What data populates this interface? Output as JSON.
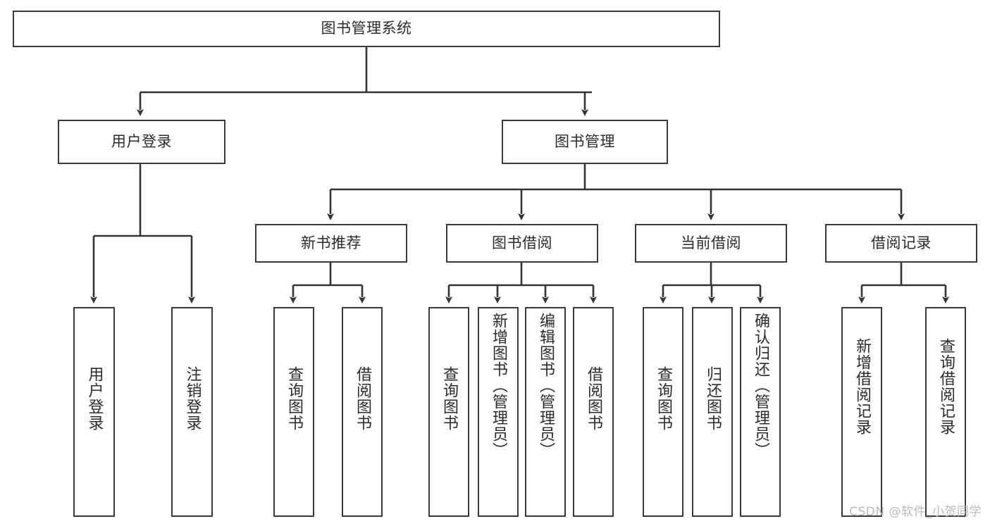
{
  "diagram": {
    "title": "图书管理系统",
    "type": "tree",
    "colors": {
      "box_border": "#3a3a3a",
      "box_fill": "#ffffff",
      "connector": "#333333",
      "text": "#2b2b2b",
      "watermark": "#b9b9b9",
      "background": "#ffffff"
    },
    "watermark": "CSDN @软件_小贺同学",
    "levels": {
      "root": {
        "label": "图书管理系统"
      },
      "level2": [
        {
          "id": "user-login",
          "label": "用户登录"
        },
        {
          "id": "book-manage",
          "label": "图书管理"
        }
      ],
      "level3": [
        {
          "id": "new-book-recommend",
          "label": "新书推荐",
          "parent": "book-manage"
        },
        {
          "id": "book-borrow",
          "label": "图书借阅",
          "parent": "book-manage"
        },
        {
          "id": "current-borrow",
          "label": "当前借阅",
          "parent": "book-manage"
        },
        {
          "id": "borrow-record",
          "label": "借阅记录",
          "parent": "book-manage"
        }
      ],
      "leaves": [
        {
          "id": "leaf-user-login",
          "label": "用户登录",
          "parent": "user-login"
        },
        {
          "id": "leaf-logout-login",
          "label": "注销登录",
          "parent": "user-login"
        },
        {
          "id": "leaf-query-book-1",
          "label": "查询图书",
          "parent": "new-book-recommend"
        },
        {
          "id": "leaf-borrow-book-1",
          "label": "借阅图书",
          "parent": "new-book-recommend"
        },
        {
          "id": "leaf-query-book-2",
          "label": "查询图书",
          "parent": "book-borrow"
        },
        {
          "id": "leaf-add-book",
          "label": "新增图书（管理员）",
          "parent": "book-borrow"
        },
        {
          "id": "leaf-edit-book",
          "label": "编辑图书（管理员）",
          "parent": "book-borrow"
        },
        {
          "id": "leaf-borrow-book-2",
          "label": "借阅图书",
          "parent": "book-borrow"
        },
        {
          "id": "leaf-query-book-3",
          "label": "查询图书",
          "parent": "current-borrow"
        },
        {
          "id": "leaf-return-book",
          "label": "归还图书",
          "parent": "current-borrow"
        },
        {
          "id": "leaf-confirm-return",
          "label": "确认归还（管理员）",
          "parent": "current-borrow"
        },
        {
          "id": "leaf-add-record",
          "label": "新增借阅记录",
          "parent": "borrow-record"
        },
        {
          "id": "leaf-query-record",
          "label": "查询借阅记录",
          "parent": "borrow-record"
        }
      ]
    }
  }
}
